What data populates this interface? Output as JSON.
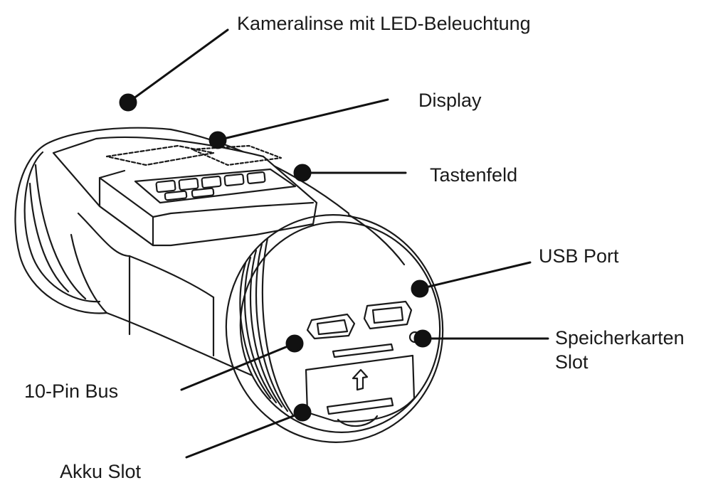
{
  "labels": {
    "lens": "Kameralinse mit LED-Beleuchtung",
    "display": "Display",
    "keypad": "Tastenfeld",
    "usb_port": "USB Port",
    "memory_card_line1": "Speicherkarten",
    "memory_card_line2": "Slot",
    "ten_pin_bus": "10-Pin Bus",
    "battery_slot": "Akku Slot"
  },
  "colors": {
    "ink": "#1a1a1a",
    "body_fill": "#ffffff",
    "background": "#ffffff"
  }
}
